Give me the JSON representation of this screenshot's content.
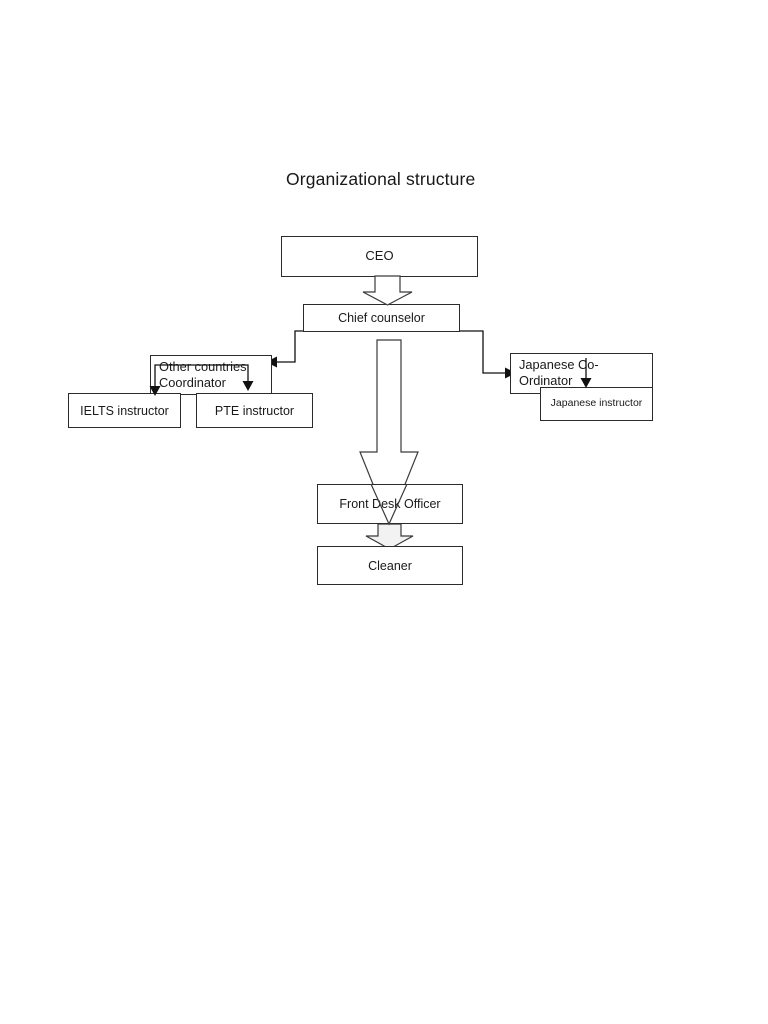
{
  "document": {
    "title": "Organizational structure",
    "page_background": "#ffffff",
    "text_color": "#1a1a1a",
    "line_color": "#2b2b2b"
  },
  "chart_data": {
    "type": "diagram",
    "diagram_kind": "organizational-chart",
    "title": "Organizational structure",
    "nodes": [
      {
        "id": "ceo",
        "label": "CEO",
        "level": 0
      },
      {
        "id": "chief",
        "label": "Chief counselor",
        "level": 1
      },
      {
        "id": "other",
        "label": "Other countries\nCoordinator",
        "level": 2
      },
      {
        "id": "japco",
        "label": "Japanese Co-\nOrdinator",
        "level": 2
      },
      {
        "id": "frontdesk",
        "label": "Front Desk Officer",
        "level": 2
      },
      {
        "id": "ielts",
        "label": "IELTS instructor",
        "level": 3
      },
      {
        "id": "pte",
        "label": "PTE instructor",
        "level": 3
      },
      {
        "id": "japinst",
        "label": "Japanese instructor",
        "level": 3
      },
      {
        "id": "cleaner",
        "label": "Cleaner",
        "level": 3
      }
    ],
    "edges": [
      {
        "from": "ceo",
        "to": "chief",
        "style": "block-arrow"
      },
      {
        "from": "chief",
        "to": "other",
        "style": "elbow-arrow"
      },
      {
        "from": "chief",
        "to": "japco",
        "style": "elbow-arrow"
      },
      {
        "from": "chief",
        "to": "frontdesk",
        "style": "block-arrow"
      },
      {
        "from": "other",
        "to": "ielts",
        "style": "elbow-arrow"
      },
      {
        "from": "other",
        "to": "pte",
        "style": "elbow-arrow"
      },
      {
        "from": "japco",
        "to": "japinst",
        "style": "line-arrow"
      },
      {
        "from": "frontdesk",
        "to": "cleaner",
        "style": "block-arrow"
      }
    ]
  },
  "nodes": {
    "ceo": "CEO",
    "chief": "Chief counselor",
    "other": "Other countries\nCoordinator",
    "japco": "Japanese Co-\nOrdinator",
    "frontdesk": "Front Desk Officer",
    "ielts": "IELTS instructor",
    "pte": "PTE instructor",
    "japinst": "Japanese instructor",
    "cleaner": "Cleaner"
  }
}
